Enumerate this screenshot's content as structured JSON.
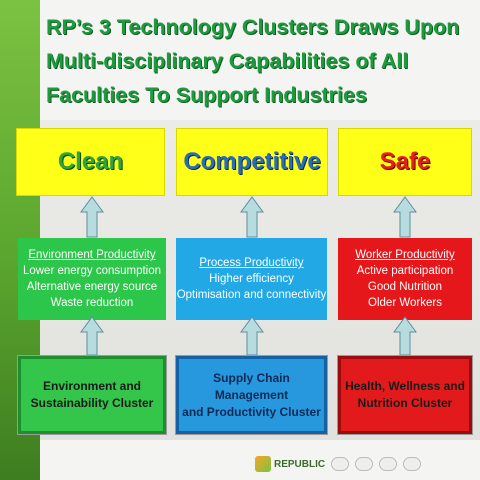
{
  "title": {
    "line1": "RP’s 3 Technology Clusters Draws Upon",
    "line2": "Multi-disciplinary Capabilities of All",
    "line3": "Faculties To Support Industries"
  },
  "goals": {
    "clean": "Clean",
    "competitive": "Competitive",
    "safe": "Safe"
  },
  "productivity": {
    "environment": {
      "heading": "Environment Productivity",
      "items": [
        "Lower energy consumption",
        "Alternative energy source",
        "Waste reduction"
      ]
    },
    "process": {
      "heading": "Process Productivity",
      "items": [
        "Higher efficiency",
        "Optimisation and connectivity"
      ]
    },
    "worker": {
      "heading": "Worker Productivity",
      "items": [
        "Active participation",
        "Good Nutrition",
        "Older Workers"
      ]
    }
  },
  "clusters": {
    "environment_line1": "Environment and",
    "environment_line2": "Sustainability Cluster",
    "supply_line1": "Supply Chain Management",
    "supply_line2": "and Productivity Cluster",
    "health_line1": "Health, Wellness and",
    "health_line2": "Nutrition Cluster"
  },
  "footer": {
    "brand": "REPUBLIC"
  },
  "colors": {
    "title_green": "#1f9a3f",
    "yellow": "#ffff17",
    "green": "#2cc64a",
    "blue": "#23a8e6",
    "red": "#e6171b",
    "arrow_fill": "#b7dce0"
  }
}
